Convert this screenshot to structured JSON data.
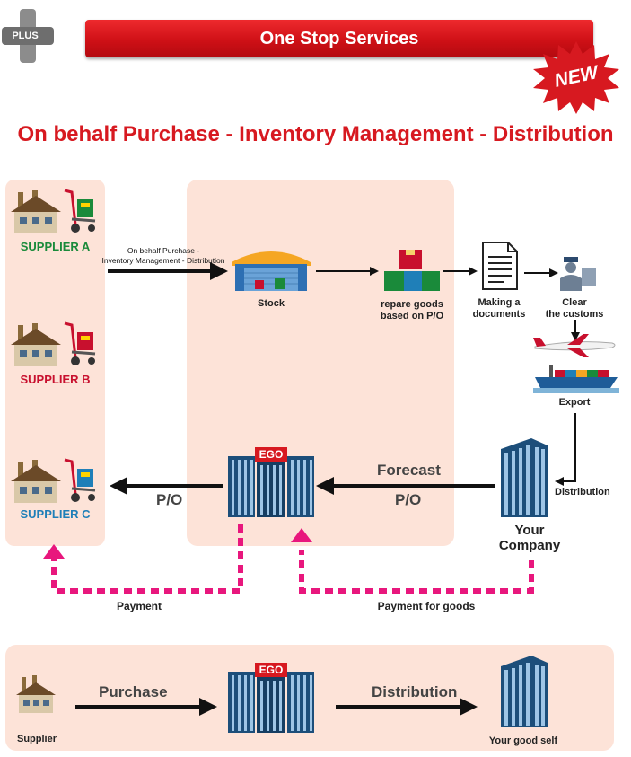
{
  "header": {
    "plus_badge": "PLUS",
    "title": "One Stop Services",
    "new_badge": "NEW"
  },
  "headline": "On behalf Purchase - Inventory Management - Distribution",
  "flow": {
    "suppliers": [
      {
        "label": "SUPPLIER A",
        "color": "#1a8a3a"
      },
      {
        "label": "SUPPLIER B",
        "color": "#c8102e"
      },
      {
        "label": "SUPPLIER C",
        "color": "#1f7fb8"
      }
    ],
    "purchase_note": [
      "On behalf Purchase -",
      "Inventory Management - Distribution"
    ],
    "stock_label": "Stock",
    "prepare_label": [
      "repare goods",
      "based on P/O"
    ],
    "documents_label": [
      "Making a",
      "documents"
    ],
    "customs_label": [
      "Clear",
      "the customs"
    ],
    "export_label": "Export",
    "distribution_label": "Distribution",
    "ego_label": "EGO",
    "po_left": "P/O",
    "po_right": "P/O",
    "forecast": "Forecast",
    "company_label": [
      "Your",
      "Company"
    ],
    "payment_label": "Payment",
    "payment_goods_label": "Payment for goods"
  },
  "summary": {
    "purchase": "Purchase",
    "distribution": "Distribution",
    "ego_label": "EGO",
    "supplier_label": "Supplier",
    "goodself_label": "Your good self"
  },
  "colors": {
    "accent_red": "#d71920",
    "panel_bg": "#fde3d8",
    "payment_pink": "#e8177d"
  }
}
